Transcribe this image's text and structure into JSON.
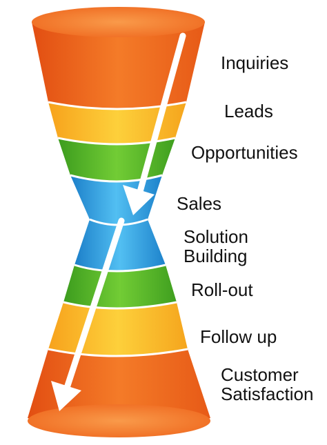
{
  "stages": [
    {
      "label": "Inquiries"
    },
    {
      "label": "Leads"
    },
    {
      "label": "Opportunities"
    },
    {
      "label": "Sales"
    },
    {
      "label": "Solution\nBuilding"
    },
    {
      "label": "Roll-out"
    },
    {
      "label": "Follow up"
    },
    {
      "label": "Customer\nSatisfaction"
    }
  ],
  "colors": {
    "orange": "#f16a1f",
    "orange_light": "#f9a23a",
    "yellow": "#fbc02d",
    "green": "#55b82a",
    "blue": "#2fa4e7",
    "arrow": "#ffffff"
  }
}
